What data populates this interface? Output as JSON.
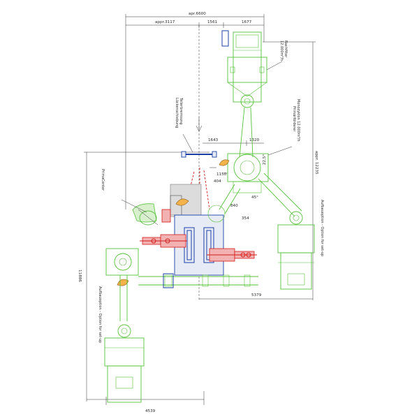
{
  "dimensions": {
    "top_overall": "apr.6600",
    "top_left": "appr.3117",
    "top_mid": "1561",
    "top_right": "1677",
    "mid_left": "1643",
    "mid_right": "1320",
    "d1150": "1150",
    "d404": "404",
    "d840": "840",
    "d354": "354",
    "angle_a": "22,5°",
    "angle_b": "45°",
    "right_height": "appr. 12235",
    "left_height": "11886",
    "bottom_right": "5379",
    "bottom_left": "4539"
  },
  "labels": {
    "nachfilter": "Nachfilter",
    "nachfilter_flow": "12.000m³/h",
    "monozyklon": "Monozyklon 12.000m³/h",
    "primarfoerderer": "Primärförderer",
    "teiler_1": "Teilerbremsung",
    "teiler_2": "Lückenschiebung",
    "primacenter": "PrimaCenter",
    "aufbauoption_right": "Aufbauoption - Option for set-up",
    "aufbauoption_left": "Aufbauoption - Option for set-up"
  },
  "colors": {
    "equipment": "#56c23a",
    "machine": "#1c3fa5",
    "drives": "#d21c1c",
    "dimensions": "#2b2b2b"
  }
}
